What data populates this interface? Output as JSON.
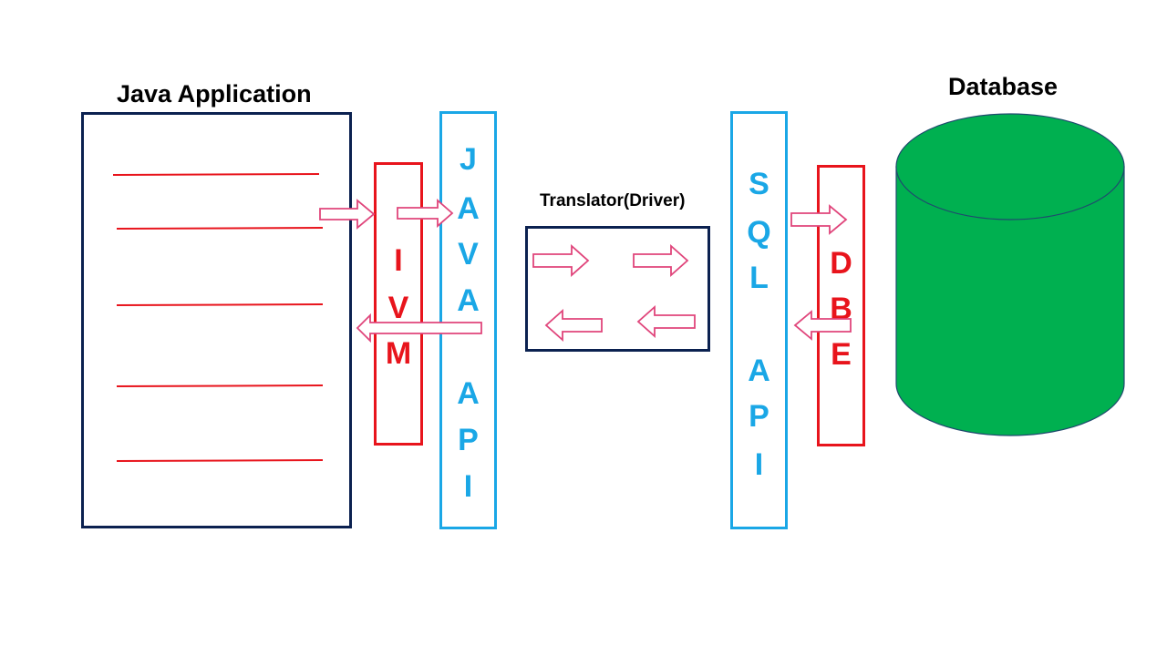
{
  "titles": {
    "java_app": "Java Application",
    "database": "Database",
    "translator": "Translator(Driver)"
  },
  "jvm": {
    "letters": [
      "I",
      "V",
      "M"
    ]
  },
  "java_api": {
    "letters": [
      "J",
      "A",
      "V",
      "A",
      "A",
      "P",
      "I"
    ]
  },
  "sql_api": {
    "letters": [
      "S",
      "Q",
      "L",
      "A",
      "P",
      "I"
    ]
  },
  "dbe": {
    "letters": [
      "D",
      "B",
      "E"
    ]
  },
  "colors": {
    "navy": "#0b2150",
    "red": "#e8141c",
    "blue": "#1aa7e6",
    "arrow": "#e0457b",
    "db_fill": "#00b050"
  }
}
